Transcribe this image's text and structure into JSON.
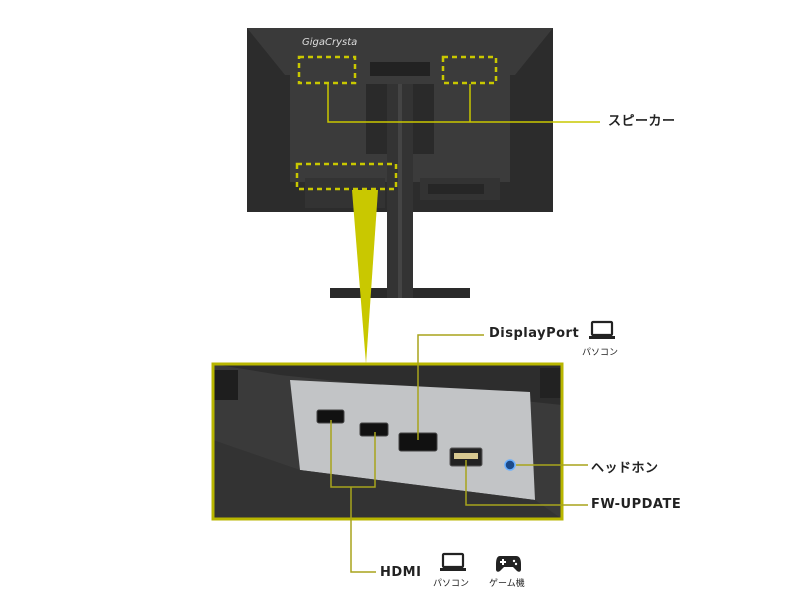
{
  "brand_logo": "GigaCrysta",
  "labels": {
    "speaker": "スピーカー",
    "displayport": "DisplayPort",
    "headphone": "ヘッドホン",
    "fw_update": "FW-UPDATE",
    "hdmi": "HDMI"
  },
  "device_tags": {
    "displayport": [
      {
        "icon": "laptop-icon",
        "text": "パソコン"
      }
    ],
    "hdmi": [
      {
        "icon": "laptop-icon",
        "text": "パソコン"
      },
      {
        "icon": "gamepad-icon",
        "text": "ゲーム機"
      }
    ]
  },
  "colors": {
    "highlight": "#c9c800",
    "leader": "#a8a41c",
    "monitor": "#2e2e2e"
  }
}
